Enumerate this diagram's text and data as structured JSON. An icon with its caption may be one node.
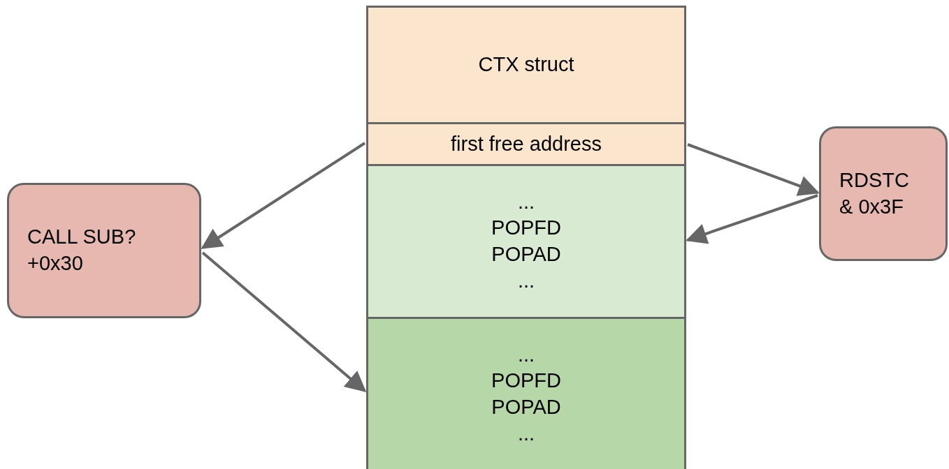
{
  "diagram": {
    "nodes": [
      {
        "text": [
          "CTX struct"
        ]
      },
      {
        "text": [
          "first free address"
        ]
      },
      {
        "text": [
          "... POPFD POPAD ..."
        ]
      },
      {
        "text": [
          "... POPFD POPAD ..."
        ]
      },
      {
        "text": [
          "CALL SUB? +0x30"
        ]
      },
      {
        "text": [
          "RDSTC & 0x3F"
        ]
      }
    ],
    "edges": [
      {
        "from": 1,
        "to": 4,
        "arrow": "to"
      },
      {
        "from": 4,
        "to": 3,
        "arrow": "to"
      },
      {
        "from": 1,
        "to": 5,
        "arrow": "to"
      },
      {
        "from": 5,
        "to": 2,
        "arrow": "to"
      }
    ]
  }
}
